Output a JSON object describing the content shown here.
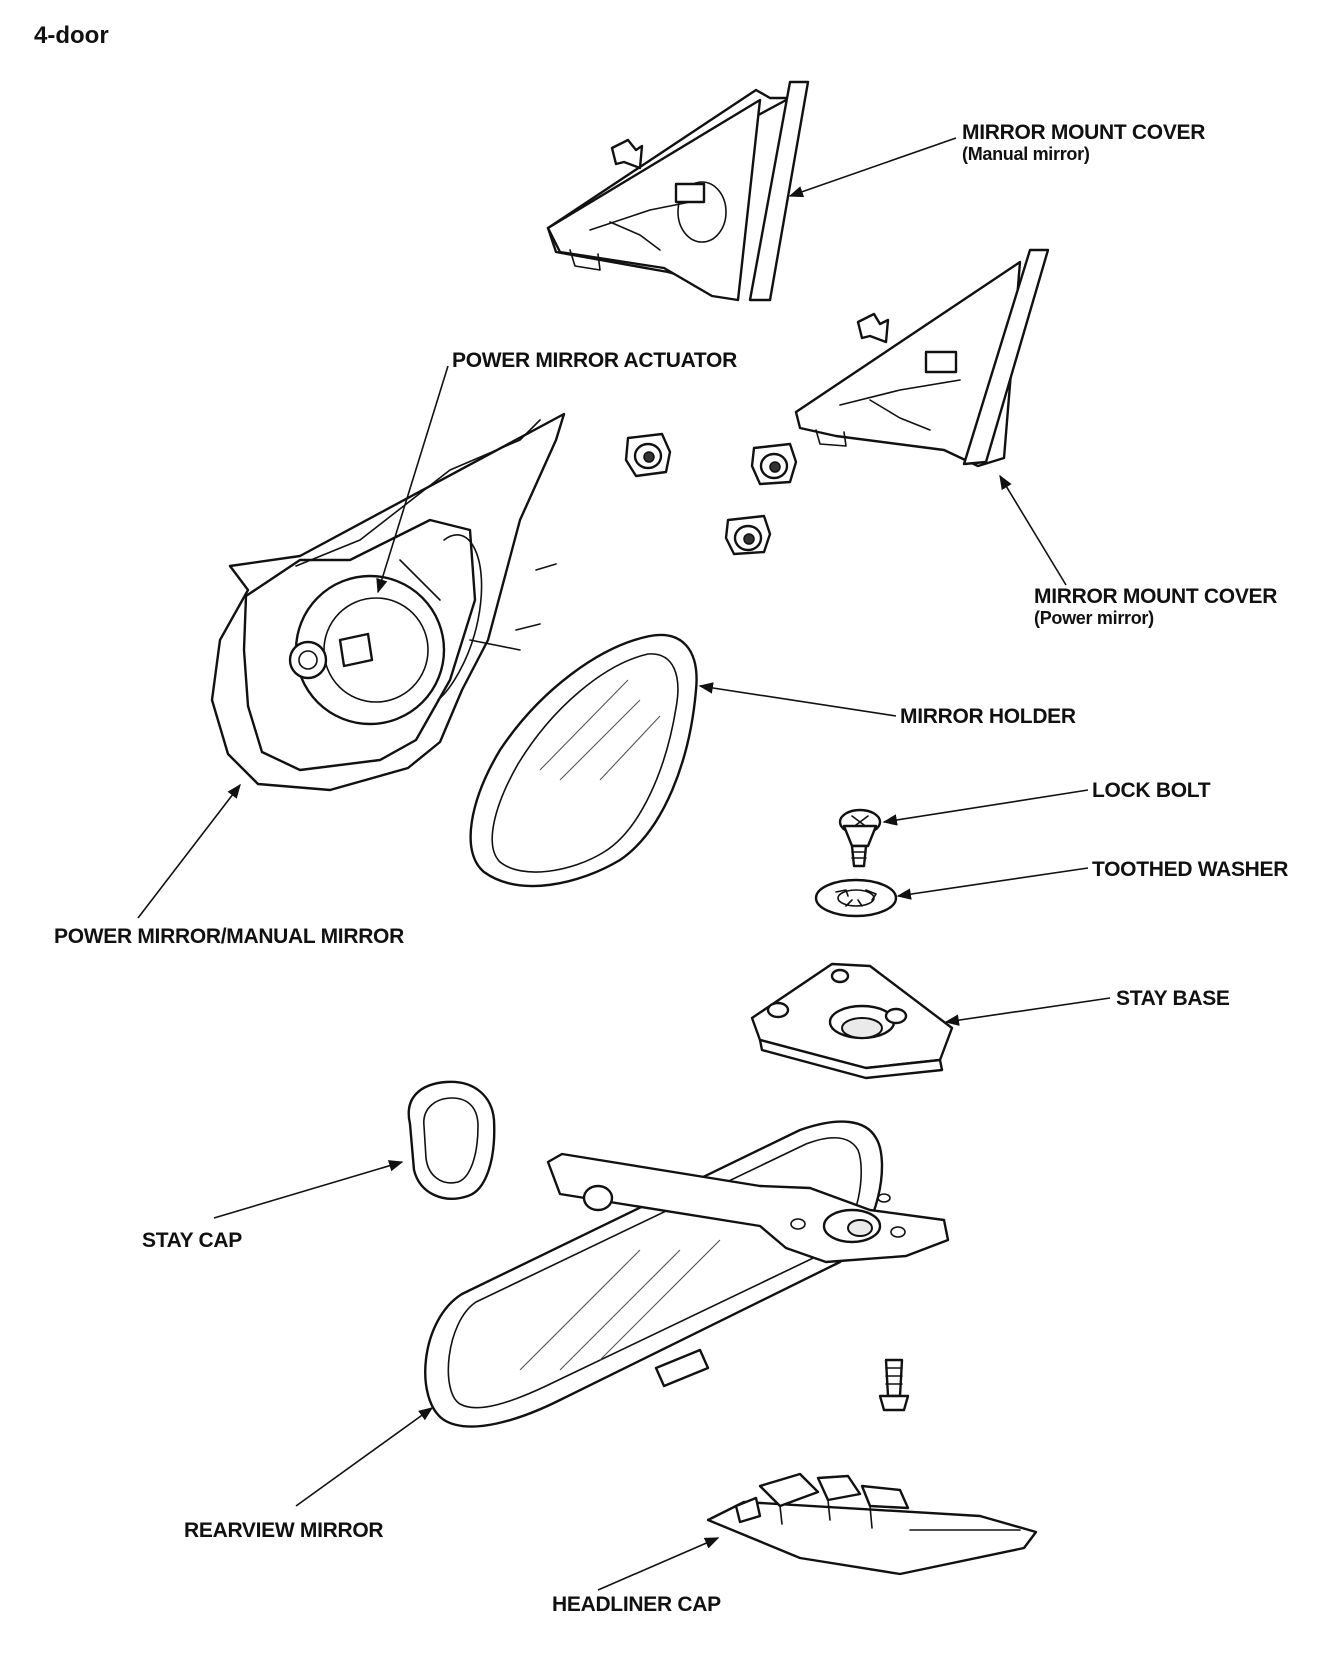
{
  "header": {
    "title": "4-door"
  },
  "labels": {
    "mount_cover_manual": "MIRROR MOUNT COVER",
    "mount_cover_manual_sub": "(Manual mirror)",
    "actuator": "POWER MIRROR ACTUATOR",
    "mount_cover_power": "MIRROR MOUNT COVER",
    "mount_cover_power_sub": "(Power mirror)",
    "mirror_holder": "MIRROR HOLDER",
    "lock_bolt": "LOCK BOLT",
    "toothed_washer": "TOOTHED WASHER",
    "power_manual_mirror": "POWER MIRROR/MANUAL MIRROR",
    "stay_base": "STAY BASE",
    "stay_cap": "STAY CAP",
    "rearview_mirror": "REARVIEW MIRROR",
    "headliner_cap": "HEADLINER CAP"
  }
}
